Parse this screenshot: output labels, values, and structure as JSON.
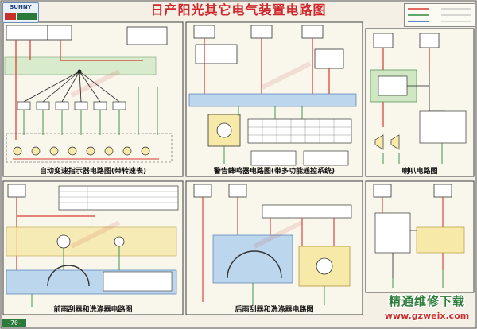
{
  "page": {
    "title": "日产阳光其它电气装置电路图",
    "page_number": "-70-"
  },
  "side_badge": {
    "brand": "SUNNY"
  },
  "captions": {
    "auto_transmission": "自动变速指示器电路图(带转速表)",
    "warning_buzzer": "警告蜂鸣器电路图(带多功能遥控系统)",
    "horn": "喇叭电路图",
    "front_wiper": "前雨刮器和洗涤器电路图",
    "rear_wiper": "后雨刮器和洗涤器电路图"
  },
  "watermark": {
    "site_name": "精通维修下载",
    "url": "www.gzweix.com"
  },
  "colors": {
    "title_red": "#d0282c",
    "wire_red": "#d83a30",
    "wire_green": "#2f8a3e",
    "wire_blue": "#2f5fb0",
    "wire_black": "#222222",
    "panel_border": "#3d3d3d",
    "highlight_yellow": "#f7e9a8",
    "highlight_green": "#cfe8c3",
    "highlight_blue": "#bcd6ee"
  }
}
